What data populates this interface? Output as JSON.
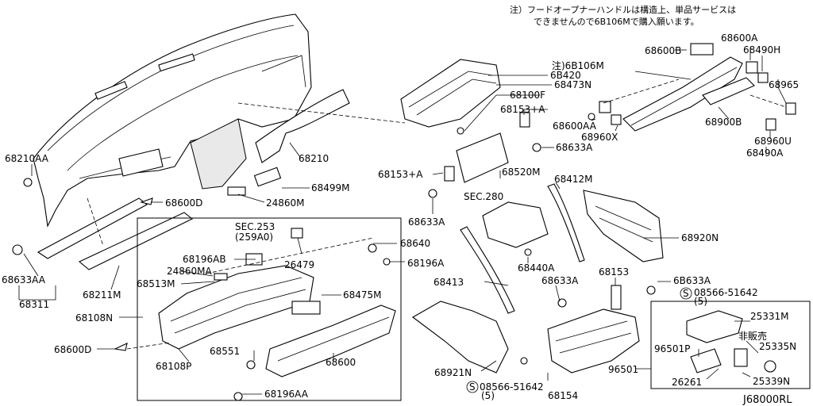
{
  "note": {
    "line1": "注）フードオープナーハンドルは構造上、単品サービスは",
    "line2": "できませんので6B106Mで購入願います。"
  },
  "diagram_code": "J68000RL",
  "labels": {
    "l68210AA": "68210AA",
    "l68633AA": "68633AA",
    "l68311": "68311",
    "l68211M": "68211M",
    "l68108N": "68108N",
    "l68600D_left": "68600D",
    "l68108P": "68108P",
    "l68196AA": "68196AA",
    "l68210": "68210",
    "l68499M": "68499M",
    "l24860M": "24860M",
    "l68600D_mid": "68600D",
    "lSEC253": "SEC.253",
    "l259A0": "(259A0)",
    "l68196AB": "68196AB",
    "l24860MA": "24860MA",
    "l68513M": "68513M",
    "l26479": "26479",
    "l68640": "68640",
    "l68196A": "68196A",
    "l68475M": "68475M",
    "l68551": "68551",
    "l68600": "68600",
    "l6B420": "6B420",
    "l68473N": "68473N",
    "l68100F": "68100F",
    "l68153A_top": "68153+A",
    "l68633A_top": "68633A",
    "l68153A_mid": "68153+A",
    "l68520M": "68520M",
    "lSEC280": "SEC.280",
    "l68633A_mid": "68633A",
    "l68412M": "68412M",
    "l68413": "68413",
    "l68440A": "68440A",
    "l68921N": "68921N",
    "l08566_left": "08566-51642",
    "l5_left": "(5)",
    "l68154": "68154",
    "l68633A_low": "68633A",
    "l68153": "68153",
    "l6B633A": "6B633A",
    "l08566_right": "08566-51642",
    "l5_right": "(5)",
    "l68920N": "68920N",
    "l96501": "96501",
    "l96501P": "96501P",
    "l26261": "26261",
    "l25331M": "25331M",
    "lNonSale": "非販売",
    "l25335N": "25335N",
    "l25339N": "25339N",
    "l6B106M": "注)6B106M",
    "l68600B": "68600B",
    "l68600A": "68600A",
    "l68490H": "68490H",
    "l68965": "68965",
    "l68600AA": "68600AA",
    "l68960X": "68960X",
    "l68900B": "68900B",
    "l68960U": "68960U",
    "l68490A": "68490A"
  }
}
